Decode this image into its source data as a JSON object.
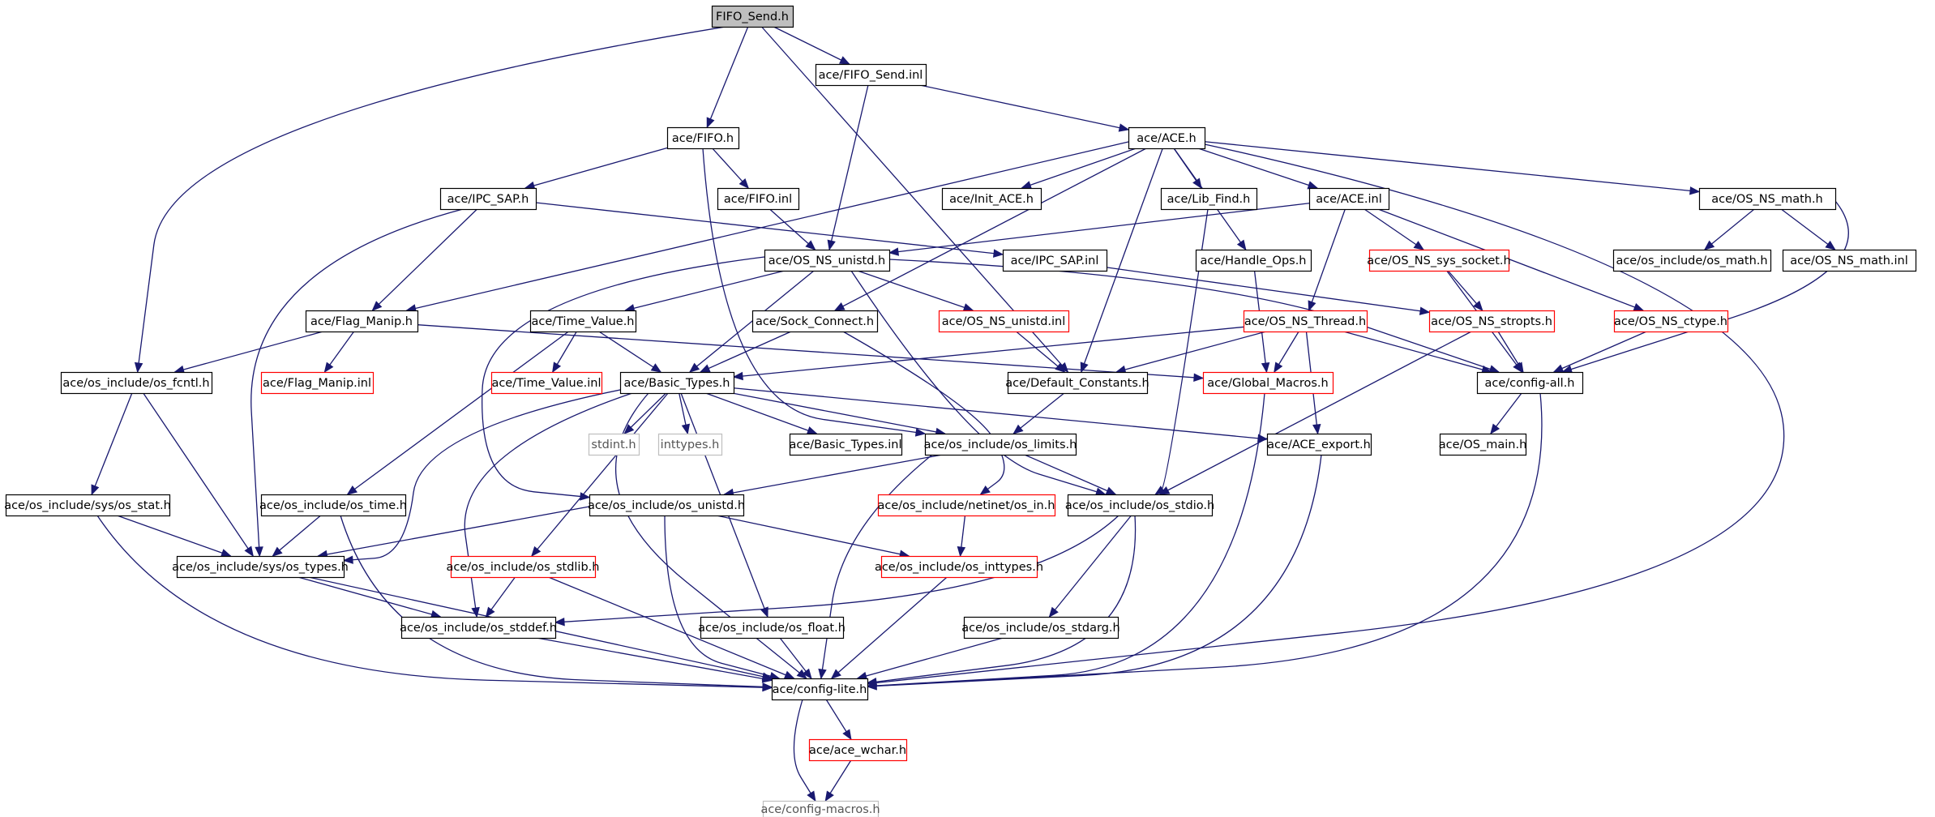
{
  "graph": {
    "edge_color": "#191970",
    "node_border_colors": {
      "normal": "#000000",
      "missing": "#ff0000",
      "system": "#bfbfbf"
    },
    "root_fill": "#bfbfbf",
    "nodes": [
      {
        "id": "fifo_send_h",
        "label": "FIFO_Send.h",
        "style": "root"
      },
      {
        "id": "fifo_send_inl",
        "label": "ace/FIFO_Send.inl",
        "style": "normal"
      },
      {
        "id": "fifo_h",
        "label": "ace/FIFO.h",
        "style": "normal"
      },
      {
        "id": "ace_h",
        "label": "ace/ACE.h",
        "style": "normal"
      },
      {
        "id": "ipc_sap_h",
        "label": "ace/IPC_SAP.h",
        "style": "normal"
      },
      {
        "id": "fifo_inl",
        "label": "ace/FIFO.inl",
        "style": "normal"
      },
      {
        "id": "init_ace_h",
        "label": "ace/Init_ACE.h",
        "style": "normal"
      },
      {
        "id": "lib_find_h",
        "label": "ace/Lib_Find.h",
        "style": "normal"
      },
      {
        "id": "ace_inl",
        "label": "ace/ACE.inl",
        "style": "normal"
      },
      {
        "id": "os_ns_math_h",
        "label": "ace/OS_NS_math.h",
        "style": "normal"
      },
      {
        "id": "os_ns_unistd_h",
        "label": "ace/OS_NS_unistd.h",
        "style": "normal"
      },
      {
        "id": "ipc_sap_inl",
        "label": "ace/IPC_SAP.inl",
        "style": "normal"
      },
      {
        "id": "handle_ops_h",
        "label": "ace/Handle_Ops.h",
        "style": "normal"
      },
      {
        "id": "os_ns_sys_socket_h",
        "label": "ace/OS_NS_sys_socket.h",
        "style": "missing"
      },
      {
        "id": "os_include_os_math_h",
        "label": "ace/os_include/os_math.h",
        "style": "normal"
      },
      {
        "id": "os_ns_math_inl",
        "label": "ace/OS_NS_math.inl",
        "style": "normal"
      },
      {
        "id": "flag_manip_h",
        "label": "ace/Flag_Manip.h",
        "style": "normal"
      },
      {
        "id": "time_value_h",
        "label": "ace/Time_Value.h",
        "style": "normal"
      },
      {
        "id": "sock_connect_h",
        "label": "ace/Sock_Connect.h",
        "style": "normal"
      },
      {
        "id": "os_ns_unistd_inl",
        "label": "ace/OS_NS_unistd.inl",
        "style": "missing"
      },
      {
        "id": "os_ns_thread_h",
        "label": "ace/OS_NS_Thread.h",
        "style": "missing"
      },
      {
        "id": "os_ns_stropts_h",
        "label": "ace/OS_NS_stropts.h",
        "style": "missing"
      },
      {
        "id": "os_ns_ctype_h",
        "label": "ace/OS_NS_ctype.h",
        "style": "missing"
      },
      {
        "id": "os_fcntl_h",
        "label": "ace/os_include/os_fcntl.h",
        "style": "normal"
      },
      {
        "id": "flag_manip_inl",
        "label": "ace/Flag_Manip.inl",
        "style": "missing"
      },
      {
        "id": "time_value_inl",
        "label": "ace/Time_Value.inl",
        "style": "missing"
      },
      {
        "id": "basic_types_h",
        "label": "ace/Basic_Types.h",
        "style": "normal"
      },
      {
        "id": "default_constants_h",
        "label": "ace/Default_Constants.h",
        "style": "normal"
      },
      {
        "id": "global_macros_h",
        "label": "ace/Global_Macros.h",
        "style": "missing"
      },
      {
        "id": "config_all_h",
        "label": "ace/config-all.h",
        "style": "normal"
      },
      {
        "id": "stdint_h",
        "label": "stdint.h",
        "style": "system"
      },
      {
        "id": "inttypes_h",
        "label": "inttypes.h",
        "style": "system"
      },
      {
        "id": "basic_types_inl",
        "label": "ace/Basic_Types.inl",
        "style": "normal"
      },
      {
        "id": "os_limits_h",
        "label": "ace/os_include/os_limits.h",
        "style": "normal"
      },
      {
        "id": "ace_export_h",
        "label": "ace/ACE_export.h",
        "style": "normal"
      },
      {
        "id": "os_main_h",
        "label": "ace/OS_main.h",
        "style": "normal"
      },
      {
        "id": "sys_os_stat_h",
        "label": "ace/os_include/sys/os_stat.h",
        "style": "normal"
      },
      {
        "id": "os_time_h",
        "label": "ace/os_include/os_time.h",
        "style": "normal"
      },
      {
        "id": "os_unistd_h",
        "label": "ace/os_include/os_unistd.h",
        "style": "normal"
      },
      {
        "id": "netinet_os_in_h",
        "label": "ace/os_include/netinet/os_in.h",
        "style": "missing"
      },
      {
        "id": "os_stdio_h",
        "label": "ace/os_include/os_stdio.h",
        "style": "normal"
      },
      {
        "id": "sys_os_types_h",
        "label": "ace/os_include/sys/os_types.h",
        "style": "normal"
      },
      {
        "id": "os_stdlib_h",
        "label": "ace/os_include/os_stdlib.h",
        "style": "missing"
      },
      {
        "id": "os_inttypes_h",
        "label": "ace/os_include/os_inttypes.h",
        "style": "missing"
      },
      {
        "id": "os_stddef_h",
        "label": "ace/os_include/os_stddef.h",
        "style": "normal"
      },
      {
        "id": "os_float_h",
        "label": "ace/os_include/os_float.h",
        "style": "normal"
      },
      {
        "id": "os_stdarg_h",
        "label": "ace/os_include/os_stdarg.h",
        "style": "normal"
      },
      {
        "id": "config_lite_h",
        "label": "ace/config-lite.h",
        "style": "normal"
      },
      {
        "id": "ace_wchar_h",
        "label": "ace/ace_wchar.h",
        "style": "missing"
      },
      {
        "id": "config_macros_h",
        "label": "ace/config-macros.h",
        "style": "system"
      }
    ],
    "edges": [
      [
        "fifo_send_h",
        "fifo_send_inl"
      ],
      [
        "fifo_send_h",
        "fifo_h"
      ],
      [
        "fifo_send_h",
        "default_constants_h"
      ],
      [
        "fifo_send_h",
        "os_fcntl_h"
      ],
      [
        "fifo_send_inl",
        "ace_h"
      ],
      [
        "fifo_send_inl",
        "os_ns_unistd_h"
      ],
      [
        "fifo_h",
        "ipc_sap_h"
      ],
      [
        "fifo_h",
        "fifo_inl"
      ],
      [
        "fifo_h",
        "os_limits_h"
      ],
      [
        "ipc_sap_h",
        "ipc_sap_inl"
      ],
      [
        "ipc_sap_h",
        "flag_manip_h"
      ],
      [
        "ipc_sap_h",
        "sys_os_types_h"
      ],
      [
        "fifo_inl",
        "os_ns_unistd_h"
      ],
      [
        "ace_h",
        "init_ace_h"
      ],
      [
        "ace_h",
        "lib_find_h"
      ],
      [
        "ace_h",
        "ace_inl"
      ],
      [
        "ace_h",
        "os_ns_math_h"
      ],
      [
        "ace_h",
        "handle_ops_h"
      ],
      [
        "ace_h",
        "flag_manip_h"
      ],
      [
        "ace_h",
        "sock_connect_h"
      ],
      [
        "ace_h",
        "default_constants_h"
      ],
      [
        "ace_h",
        "config_lite_h"
      ],
      [
        "ace_inl",
        "os_ns_unistd_h"
      ],
      [
        "ace_inl",
        "os_ns_sys_socket_h"
      ],
      [
        "ace_inl",
        "os_ns_thread_h"
      ],
      [
        "ace_inl",
        "os_ns_ctype_h"
      ],
      [
        "lib_find_h",
        "os_stdio_h"
      ],
      [
        "os_ns_math_h",
        "os_include_os_math_h"
      ],
      [
        "os_ns_math_h",
        "os_ns_math_inl"
      ],
      [
        "os_ns_math_h",
        "config_all_h"
      ],
      [
        "os_ns_unistd_h",
        "time_value_h"
      ],
      [
        "os_ns_unistd_h",
        "basic_types_h"
      ],
      [
        "os_ns_unistd_h",
        "os_ns_unistd_inl"
      ],
      [
        "os_ns_unistd_h",
        "os_unistd_h"
      ],
      [
        "os_ns_unistd_h",
        "os_stdio_h"
      ],
      [
        "os_ns_unistd_h",
        "config_all_h"
      ],
      [
        "ipc_sap_inl",
        "os_ns_stropts_h"
      ],
      [
        "handle_ops_h",
        "global_macros_h"
      ],
      [
        "os_ns_sys_socket_h",
        "os_ns_stropts_h"
      ],
      [
        "os_ns_sys_socket_h",
        "config_all_h"
      ],
      [
        "os_ns_ctype_h",
        "config_all_h"
      ],
      [
        "flag_manip_h",
        "flag_manip_inl"
      ],
      [
        "flag_manip_h",
        "os_fcntl_h"
      ],
      [
        "flag_manip_h",
        "global_macros_h"
      ],
      [
        "time_value_h",
        "time_value_inl"
      ],
      [
        "time_value_h",
        "basic_types_h"
      ],
      [
        "time_value_h",
        "os_time_h"
      ],
      [
        "sock_connect_h",
        "basic_types_h"
      ],
      [
        "sock_connect_h",
        "netinet_os_in_h"
      ],
      [
        "os_ns_unistd_inl",
        "default_constants_h"
      ],
      [
        "os_ns_thread_h",
        "basic_types_h"
      ],
      [
        "os_ns_thread_h",
        "default_constants_h"
      ],
      [
        "os_ns_thread_h",
        "global_macros_h"
      ],
      [
        "os_ns_thread_h",
        "config_all_h"
      ],
      [
        "os_ns_thread_h",
        "ace_export_h"
      ],
      [
        "os_ns_stropts_h",
        "config_all_h"
      ],
      [
        "os_ns_stropts_h",
        "os_stdio_h"
      ],
      [
        "os_fcntl_h",
        "sys_os_stat_h"
      ],
      [
        "os_fcntl_h",
        "sys_os_types_h"
      ],
      [
        "basic_types_h",
        "stdint_h"
      ],
      [
        "basic_types_h",
        "inttypes_h"
      ],
      [
        "basic_types_h",
        "basic_types_inl"
      ],
      [
        "basic_types_h",
        "os_limits_h"
      ],
      [
        "basic_types_h",
        "ace_export_h"
      ],
      [
        "basic_types_h",
        "sys_os_types_h"
      ],
      [
        "basic_types_h",
        "os_stdlib_h"
      ],
      [
        "basic_types_h",
        "os_stddef_h"
      ],
      [
        "basic_types_h",
        "os_float_h"
      ],
      [
        "basic_types_h",
        "config_lite_h"
      ],
      [
        "default_constants_h",
        "os_limits_h"
      ],
      [
        "global_macros_h",
        "config_lite_h"
      ],
      [
        "config_all_h",
        "os_main_h"
      ],
      [
        "config_all_h",
        "config_lite_h"
      ],
      [
        "os_limits_h",
        "os_unistd_h"
      ],
      [
        "os_limits_h",
        "os_stdio_h"
      ],
      [
        "os_limits_h",
        "config_lite_h"
      ],
      [
        "ace_export_h",
        "config_lite_h"
      ],
      [
        "sys_os_stat_h",
        "sys_os_types_h"
      ],
      [
        "sys_os_stat_h",
        "config_lite_h"
      ],
      [
        "os_time_h",
        "sys_os_types_h"
      ],
      [
        "os_time_h",
        "config_lite_h"
      ],
      [
        "os_unistd_h",
        "sys_os_types_h"
      ],
      [
        "os_unistd_h",
        "os_inttypes_h"
      ],
      [
        "os_unistd_h",
        "config_lite_h"
      ],
      [
        "netinet_os_in_h",
        "os_inttypes_h"
      ],
      [
        "os_stdio_h",
        "os_stddef_h"
      ],
      [
        "os_stdio_h",
        "os_stdarg_h"
      ],
      [
        "os_stdio_h",
        "config_lite_h"
      ],
      [
        "sys_os_types_h",
        "os_stddef_h"
      ],
      [
        "sys_os_types_h",
        "config_lite_h"
      ],
      [
        "os_stdlib_h",
        "os_stddef_h"
      ],
      [
        "os_stdlib_h",
        "config_lite_h"
      ],
      [
        "os_inttypes_h",
        "config_lite_h"
      ],
      [
        "os_stddef_h",
        "config_lite_h"
      ],
      [
        "os_float_h",
        "config_lite_h"
      ],
      [
        "os_stdarg_h",
        "config_lite_h"
      ],
      [
        "config_lite_h",
        "ace_wchar_h"
      ],
      [
        "config_lite_h",
        "config_macros_h"
      ],
      [
        "ace_wchar_h",
        "config_macros_h"
      ]
    ]
  }
}
